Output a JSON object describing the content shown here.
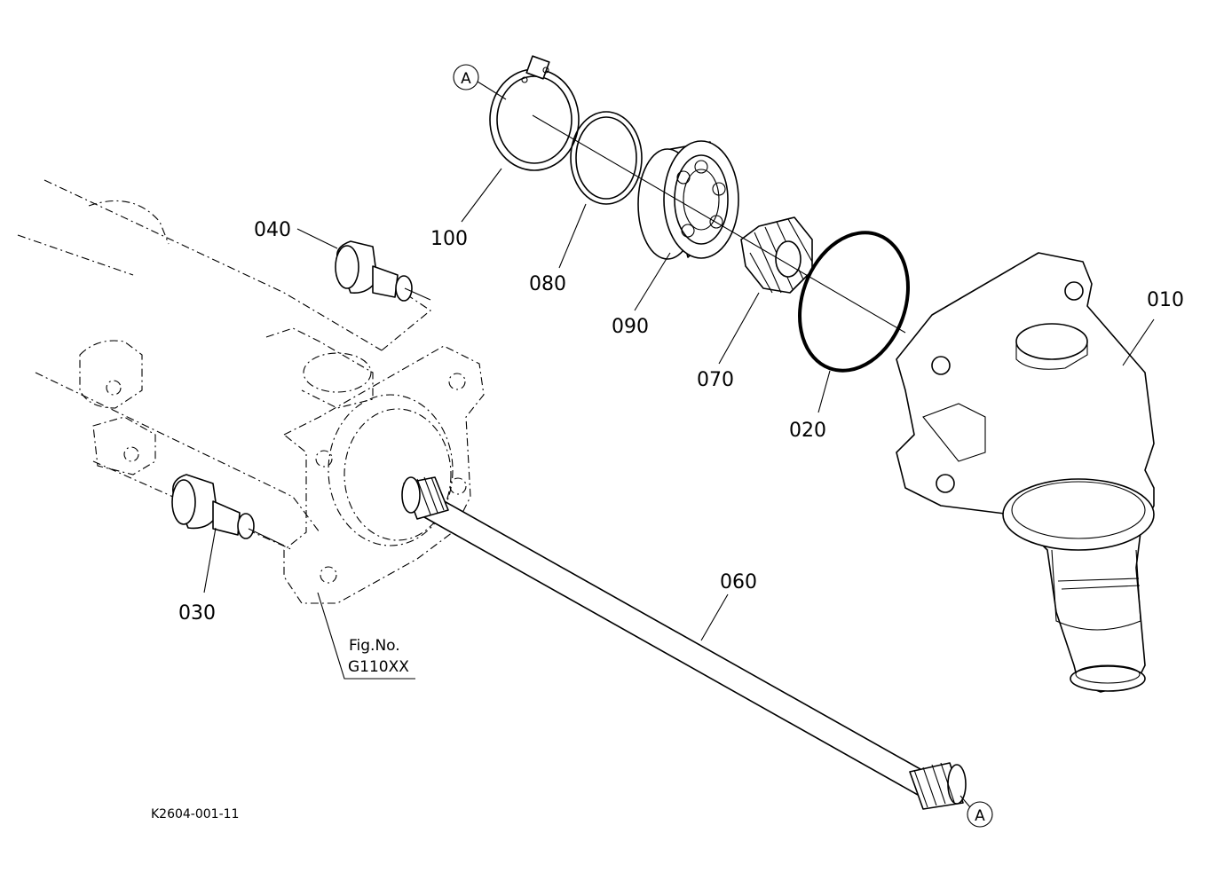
{
  "figure_code": "K2604-001-11",
  "reference": {
    "line1": "Fig.No.",
    "line2": "G110XX"
  },
  "joint_marker": "A",
  "parts": [
    {
      "id": "p100",
      "number": "100",
      "icon": "snap-ring-icon"
    },
    {
      "id": "p080",
      "number": "080",
      "icon": "spacer-ring-icon"
    },
    {
      "id": "p090",
      "number": "090",
      "icon": "ball-bearing-icon"
    },
    {
      "id": "p070",
      "number": "070",
      "icon": "bevel-gear-icon"
    },
    {
      "id": "p020",
      "number": "020",
      "icon": "o-ring-icon"
    },
    {
      "id": "p010",
      "number": "010",
      "icon": "gear-case-icon"
    },
    {
      "id": "p040",
      "number": "040",
      "icon": "plug-icon"
    },
    {
      "id": "p030",
      "number": "030",
      "icon": "plug-icon"
    },
    {
      "id": "p060",
      "number": "060",
      "icon": "shaft-icon"
    }
  ]
}
